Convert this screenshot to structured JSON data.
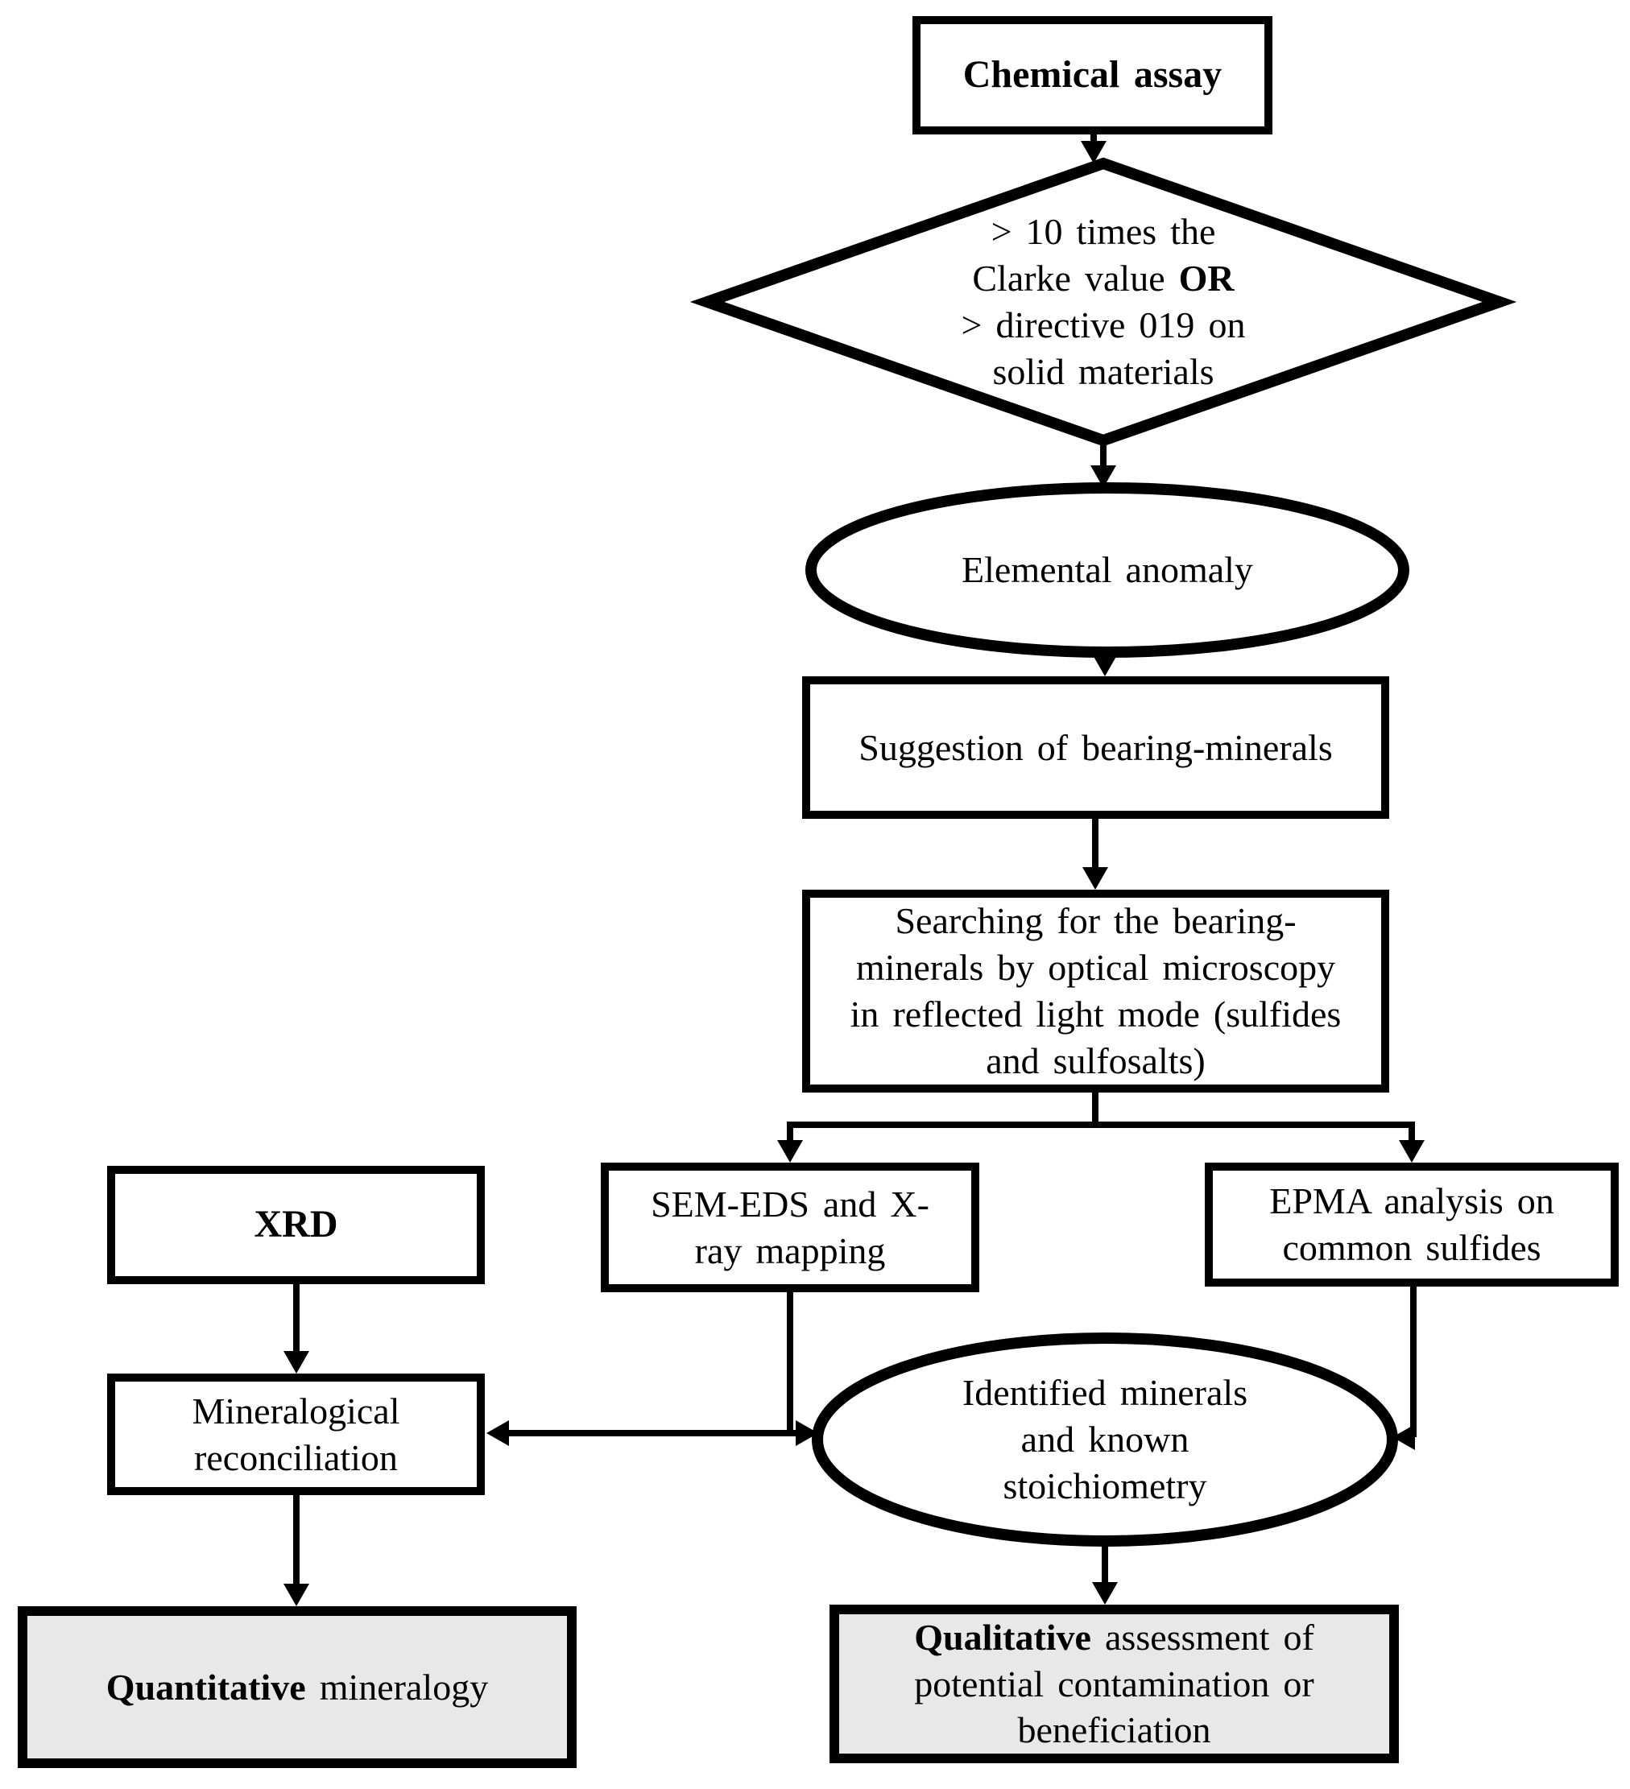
{
  "nodes": {
    "chemical_assay": {
      "label": "Chemical assay"
    },
    "threshold_decision": {
      "line1": "> 10 times the",
      "line2_normal": "Clarke value ",
      "line2_bold": "OR",
      "line3": "> directive 019 on",
      "line4": "solid materials"
    },
    "elemental_anomaly": {
      "label": "Elemental anomaly"
    },
    "suggestion": {
      "label": "Suggestion of bearing-minerals"
    },
    "searching": {
      "label": "Searching for the bearing-\nminerals by optical microscopy\nin reflected light mode (sulfides\nand sulfosalts)"
    },
    "sem_eds": {
      "label": "SEM-EDS and X-\nray mapping"
    },
    "epma": {
      "label": "EPMA analysis on\ncommon sulfides"
    },
    "xrd": {
      "label": "XRD"
    },
    "mineralogical_reconciliation": {
      "label": "Mineralogical\nreconciliation"
    },
    "identified_minerals": {
      "label": "Identified minerals\nand known\nstoichiometry"
    },
    "quantitative_mineralogy": {
      "bold": "Quantitative",
      "rest": " mineralogy"
    },
    "qualitative_assessment": {
      "bold": "Qualitative",
      "rest": " assessment of\npotential contamination or\nbeneficiation"
    }
  },
  "colors": {
    "stroke": "#000000",
    "process_fill": "#ffffff",
    "result_fill": "#e8e8e8"
  }
}
